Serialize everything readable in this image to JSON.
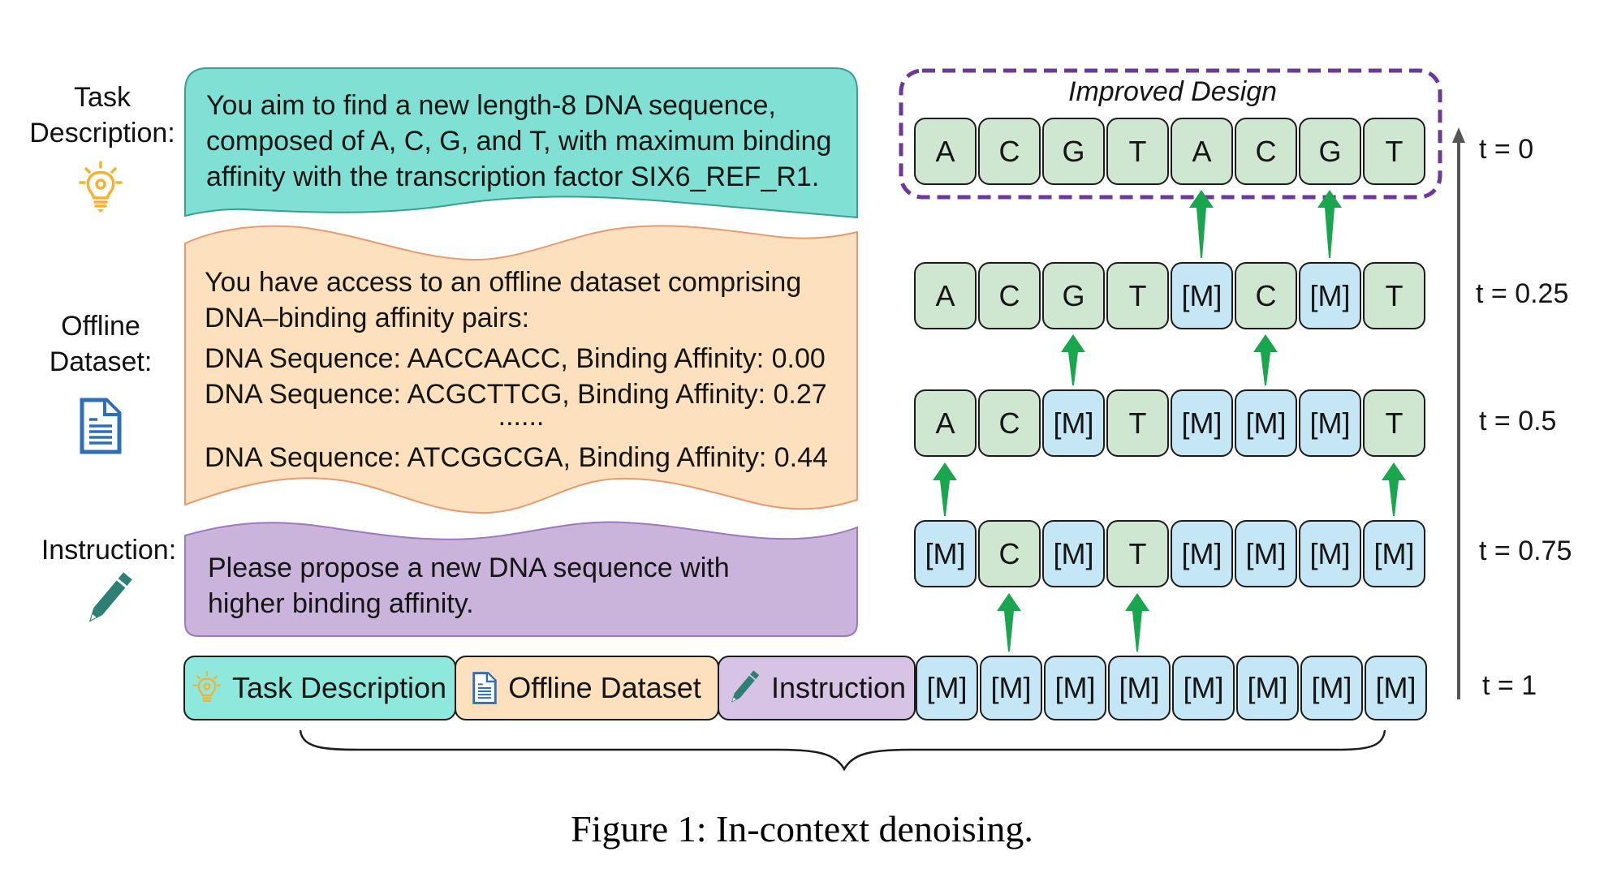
{
  "side_labels": {
    "task": [
      "Task",
      "Description:"
    ],
    "dataset": [
      "Offline",
      "Dataset:"
    ],
    "instruction": "Instruction:"
  },
  "task_box": {
    "lines": [
      "You aim to find a new length-8 DNA sequence,",
      "composed of A, C, G, and T, with maximum binding",
      "affinity with the transcription factor SIX6_REF_R1."
    ],
    "color": "#7fe0d3"
  },
  "dataset_box": {
    "intro": [
      "You have access to an offline dataset comprising",
      "DNA–binding affinity pairs:"
    ],
    "rows": [
      "DNA Sequence: AACCAACC, Binding Affinity: 0.00",
      "DNA Sequence: ACGCTTCG, Binding Affinity: 0.27"
    ],
    "ellipsis": "......",
    "last_row": "DNA Sequence: ATCGGCGA, Binding Affinity: 0.44",
    "color": "#fde0bd"
  },
  "instruction_box": {
    "lines": [
      "Please propose a new DNA sequence with",
      "higher binding affinity."
    ],
    "color": "#cbb4dc"
  },
  "improved_design_label": "Improved Design",
  "rows": [
    {
      "t": "t = 0",
      "tokens": [
        "A",
        "C",
        "G",
        "T",
        "A",
        "C",
        "G",
        "T"
      ]
    },
    {
      "t": "t = 0.25",
      "tokens": [
        "A",
        "C",
        "G",
        "T",
        "[M]",
        "C",
        "[M]",
        "T"
      ]
    },
    {
      "t": "t = 0.5",
      "tokens": [
        "A",
        "C",
        "[M]",
        "T",
        "[M]",
        "[M]",
        "[M]",
        "T"
      ]
    },
    {
      "t": "t = 0.75",
      "tokens": [
        "[M]",
        "C",
        "[M]",
        "T",
        "[M]",
        "[M]",
        "[M]",
        "[M]"
      ]
    },
    {
      "t": "t = 1",
      "tokens": [
        "[M]",
        "[M]",
        "[M]",
        "[M]",
        "[M]",
        "[M]",
        "[M]",
        "[M]"
      ]
    }
  ],
  "arrows_between_rows": [
    {
      "from_t": "t = 0.25",
      "to_t": "t = 0",
      "positions": [
        5,
        7
      ]
    },
    {
      "from_t": "t = 0.5",
      "to_t": "t = 0.25",
      "positions": [
        3,
        6
      ]
    },
    {
      "from_t": "t = 0.75",
      "to_t": "t = 0.5",
      "positions": [
        1,
        8
      ]
    },
    {
      "from_t": "t = 1",
      "to_t": "t = 0.75",
      "positions": [
        2,
        4
      ]
    }
  ],
  "context_tokens": [
    {
      "label": "Task Description",
      "icon": "lightbulb-icon",
      "color": "#8fe8dc"
    },
    {
      "label": "Offline Dataset",
      "icon": "document-icon",
      "color": "#fde0bd"
    },
    {
      "label": "Instruction",
      "icon": "pencil-icon",
      "color": "#d7c3e4"
    }
  ],
  "colors": {
    "token_known": "#cfe7d1",
    "token_mask": "#c5e6f5",
    "arrow_green": "#1aa64e",
    "dashed_purple": "#6a3a96",
    "time_arrow": "#555555",
    "bulb": "#f2b233",
    "doc": "#2f6fb5",
    "pencil": "#2d7f73"
  },
  "caption": "Figure 1: In-context denoising."
}
